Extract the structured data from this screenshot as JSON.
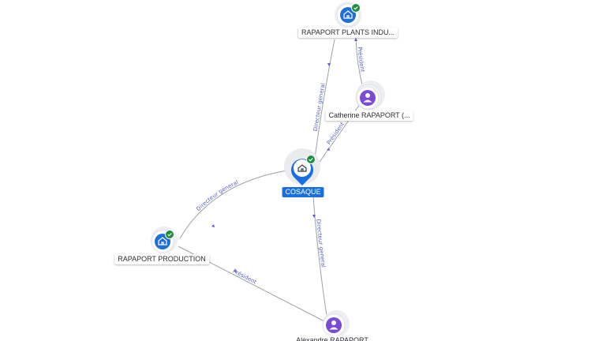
{
  "colors": {
    "company": "#1f6fd8",
    "person": "#7b4bd6",
    "verified": "#1e8e3e",
    "edge": "#9aa1a9",
    "edge_label": "#5b5fc7"
  },
  "nodes": {
    "cosaque": {
      "label": "COSAQUE",
      "icon": "building-icon",
      "verified": true
    },
    "plants": {
      "label": "RAPAPORT PLANTS INDU...",
      "icon": "building-icon",
      "verified": true
    },
    "production": {
      "label": "RAPAPORT PRODUCTION",
      "icon": "building-icon",
      "verified": true
    },
    "catherine": {
      "label": "Catherine RAPAPORT (...",
      "icon": "person-icon"
    },
    "alexandre": {
      "label": "Alexandre RAPAPORT",
      "icon": "person-icon"
    }
  },
  "edges": [
    {
      "label": "Directeur general"
    },
    {
      "label": "Président"
    },
    {
      "label": "Président"
    },
    {
      "label": "Directeur general"
    },
    {
      "label": "Président"
    },
    {
      "label": "Directeur general"
    }
  ]
}
